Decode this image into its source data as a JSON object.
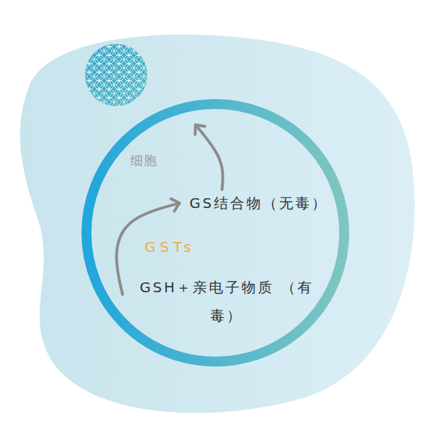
{
  "diagram": {
    "nodes": [
      {
        "text": [
          "细胞"
        ]
      },
      {
        "text": [
          "GS结合物（无毒）"
        ],
        "in": 0
      },
      {
        "text": [
          "GSH＋亲电子物质 （有毒）"
        ],
        "in": 0
      }
    ],
    "edges": [
      {
        "from": 2,
        "to": 1,
        "arrow": "to",
        "label": "GSTs"
      },
      {
        "from": 1,
        "to": 0,
        "arrow": "to"
      }
    ]
  }
}
